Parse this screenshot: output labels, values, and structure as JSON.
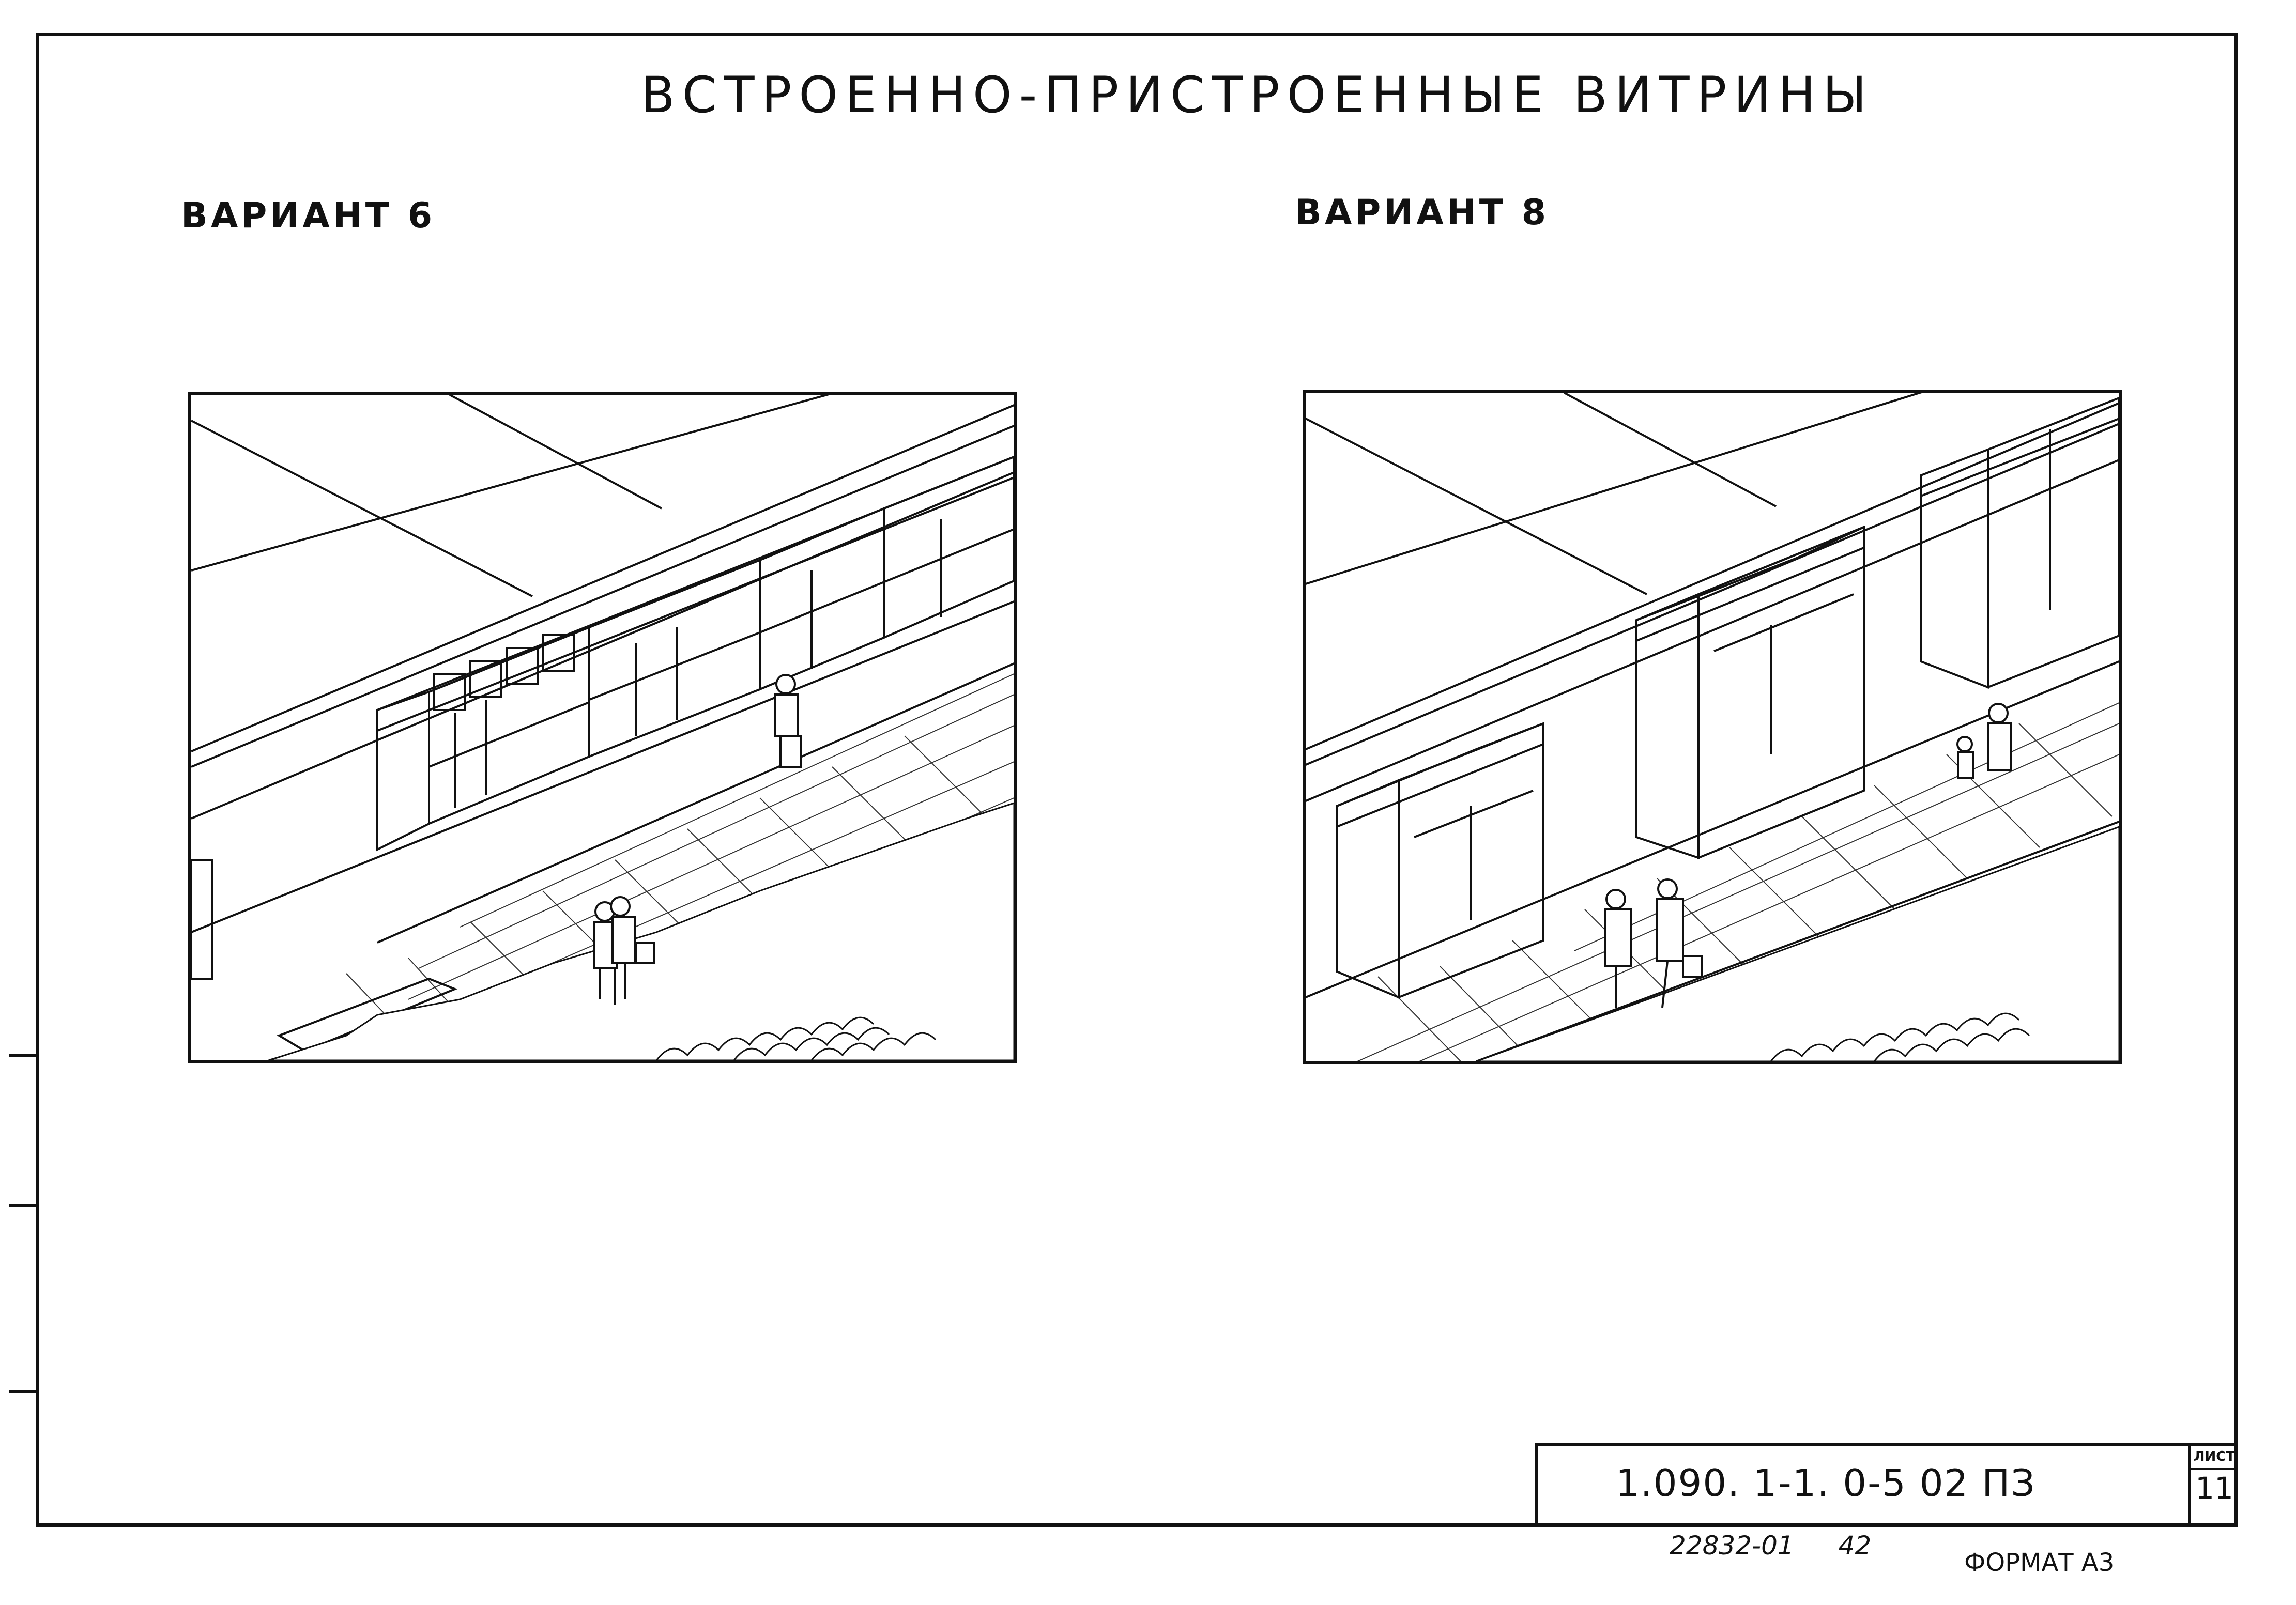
{
  "title": "ВСТРОЕННО-ПРИСТРОЕННЫЕ ВИТРИНЫ",
  "variants": [
    {
      "label": "ВАРИАНТ 6"
    },
    {
      "label": "ВАРИАНТ 8"
    }
  ],
  "stamp": {
    "document_code": "1.090. 1-1. 0-5     02   ПЗ",
    "sheet_label": "ЛИСТ",
    "sheet_number": "11"
  },
  "inventory_number": "22832-01",
  "page_number": "42",
  "format_label": "ФОРМАТ А3"
}
